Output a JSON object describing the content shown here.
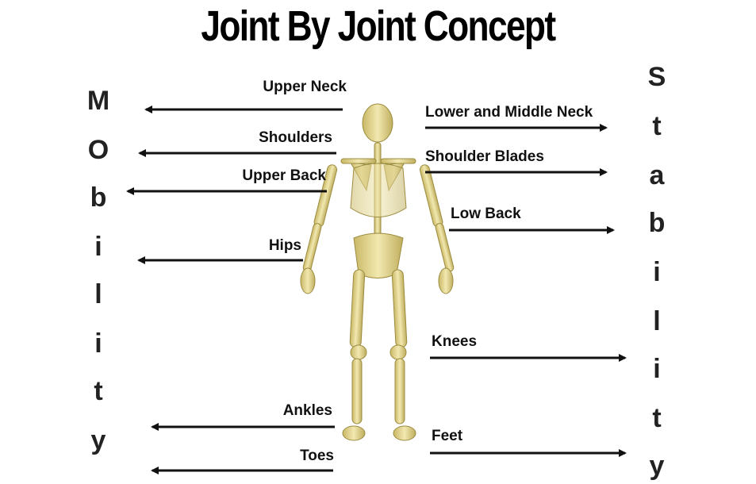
{
  "title": "Joint By Joint Concept",
  "mobility_letters": [
    "M",
    "O",
    "b",
    "i",
    "l",
    "i",
    "t",
    "y"
  ],
  "stability_letters": [
    "S",
    "t",
    "a",
    "b",
    "i",
    "l",
    "i",
    "t",
    "y"
  ],
  "mobility_joints": [
    "Upper Neck",
    "Shoulders",
    "Upper Back",
    "Hips",
    "Ankles",
    "Toes"
  ],
  "stability_joints": [
    "Lower and Middle Neck",
    "Shoulder Blades",
    "Low Back",
    "Knees",
    "Feet"
  ],
  "colors": {
    "text": "#111111",
    "arrow": "#111111",
    "bone": "#e8dc9a",
    "bone_shadow": "#b8a85a"
  }
}
